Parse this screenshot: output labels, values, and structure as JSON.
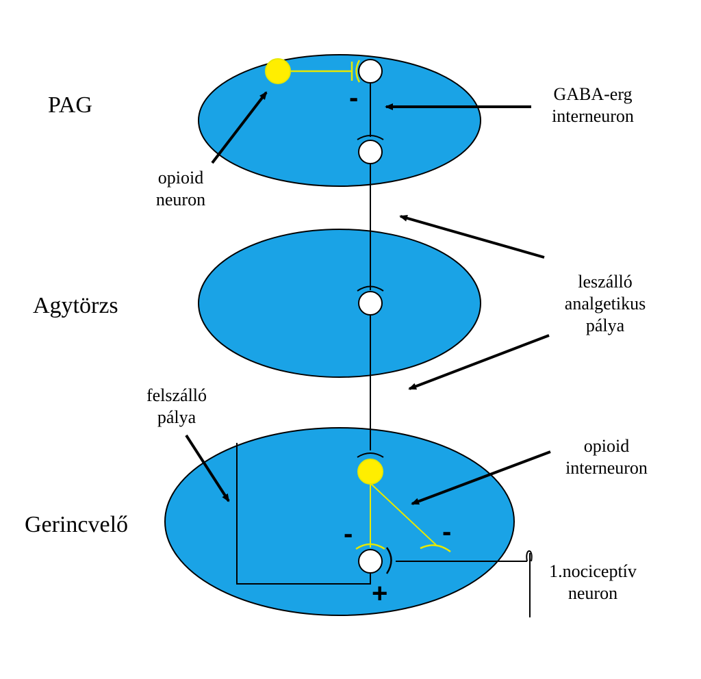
{
  "regions": {
    "pag": "PAG",
    "brainstem": "Agytörzs",
    "spinal_cord": "Gerincvelő"
  },
  "labels": {
    "gaba_line1": "GABA-erg",
    "gaba_line2": "interneuron",
    "opioid_neuron_line1": "opioid",
    "opioid_neuron_line2": "neuron",
    "descending_line1": "leszálló",
    "descending_line2": "analgetikus",
    "descending_line3": "pálya",
    "ascending_line1": "felszálló",
    "ascending_line2": "pálya",
    "opioid_inter_line1": "opioid",
    "opioid_inter_line2": "interneuron",
    "nociceptive_line1": "1.nociceptív",
    "nociceptive_line2": "neuron"
  },
  "signs": {
    "pag_inhibit": "-",
    "spinal_inhibit_left": "-",
    "spinal_inhibit_right": "-",
    "excite": "+"
  },
  "colors": {
    "region_fill": "#1aa3e6",
    "opioid_cell": "#ffee00",
    "neuron_cell": "#ffffff",
    "opioid_axon": "#e8e800",
    "line": "#000000"
  }
}
